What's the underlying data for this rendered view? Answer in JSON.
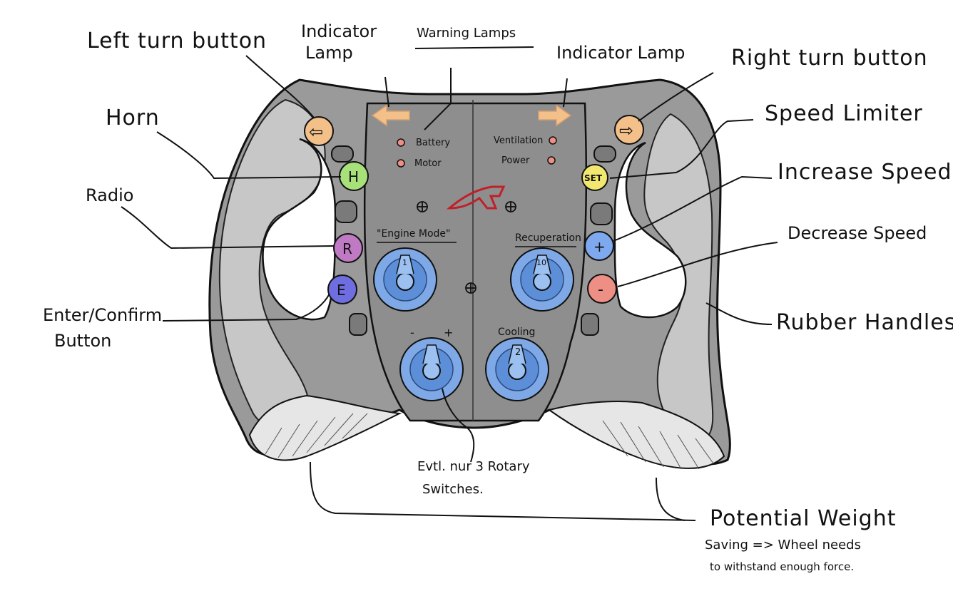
{
  "labels": {
    "left_turn": "Left turn button",
    "indicator_left_1": "Indicator",
    "indicator_left_2": "Lamp",
    "warning_lamps": "Warning Lamps",
    "indicator_right": "Indicator Lamp",
    "right_turn": "Right turn button",
    "horn": "Horn",
    "speed_limiter": "Speed Limiter",
    "increase_speed": "Increase Speed",
    "radio": "Radio",
    "decrease_speed": "Decrease Speed",
    "enter_1": "Enter/Confirm",
    "enter_2": "Button",
    "rubber_handles": "Rubber Handles",
    "rotary_1": "Evtl. nur 3 Rotary",
    "rotary_2": "Switches.",
    "weight_1": "Potential Weight",
    "weight_2": "Saving => Wheel needs",
    "weight_3": "to withstand enough force."
  },
  "panel": {
    "battery": "Battery",
    "motor": "Motor",
    "ventilation": "Ventilation",
    "power": "Power",
    "engine_mode": "\"Engine Mode\"",
    "recuperation": "Recuperation",
    "cooling": "Cooling",
    "minus": "-",
    "plus": "+",
    "knob_engine": "1",
    "knob_recup": "10",
    "knob_cooling": "2"
  },
  "buttons": {
    "horn": "H",
    "radio": "R",
    "enter": "E",
    "set": "SET",
    "increase": "+",
    "decrease": "-",
    "left_arrow": "⇦",
    "right_arrow": "⇨"
  },
  "colors": {
    "body": "#9a9a9a",
    "panel": "#8e8e8e",
    "grip": "#c7c7c7",
    "knob": "#7fa9e6",
    "horn": "#a8e07a",
    "radio": "#c07ac4",
    "enter": "#6e6ee0",
    "set": "#f2e870",
    "increase": "#7fa9ef",
    "decrease": "#ee8f86",
    "turn": "#f4c08a",
    "lamp": "#ee8f86"
  }
}
